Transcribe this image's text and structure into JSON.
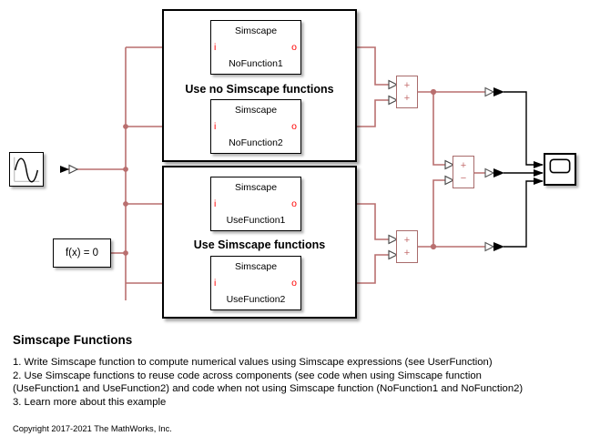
{
  "diagram": {
    "source_block": {
      "name": "sine-wave-source",
      "icon": "sine-wave-icon"
    },
    "solver_block": {
      "label": "f(x) = 0"
    },
    "scope_block": {
      "name": "scope",
      "inputs": 3
    },
    "subsystems": [
      {
        "id": "no-simscape-functions",
        "label": "Use no Simscape functions",
        "components": [
          {
            "title": "Simscape",
            "name": "NoFunction1",
            "in_port": "i",
            "out_port": "o"
          },
          {
            "title": "Simscape",
            "name": "NoFunction2",
            "in_port": "i",
            "out_port": "o"
          }
        ]
      },
      {
        "id": "use-simscape-functions",
        "label": "Use Simscape functions",
        "components": [
          {
            "title": "Simscape",
            "name": "UseFunction1",
            "in_port": "i",
            "out_port": "o"
          },
          {
            "title": "Simscape",
            "name": "UseFunction2",
            "in_port": "i",
            "out_port": "o"
          }
        ]
      }
    ],
    "math_blocks": [
      {
        "id": "sum-top",
        "signs": [
          "+",
          "+"
        ]
      },
      {
        "id": "subtract-middle",
        "signs": [
          "+",
          "−"
        ]
      },
      {
        "id": "sum-bottom",
        "signs": [
          "+",
          "+"
        ]
      }
    ],
    "colors": {
      "signal_line": "#b96f6f",
      "port_label": "#ff0000",
      "block_border": "#000000",
      "math_block_border": "#a86b6b",
      "scope_line": "#000000"
    }
  },
  "doc": {
    "title": "Simscape Functions",
    "lines": [
      "1. Write Simscape function to compute numerical values using Simscape expressions (see UserFunction)",
      "2. Use Simscape functions to reuse code across components (see code when using Simscape function",
      "(UseFunction1 and UseFunction2) and code when not using Simscape function (NoFunction1 and NoFunction2)",
      "3. Learn more about this example"
    ],
    "copyright": "Copyright 2017-2021 The MathWorks, Inc."
  }
}
